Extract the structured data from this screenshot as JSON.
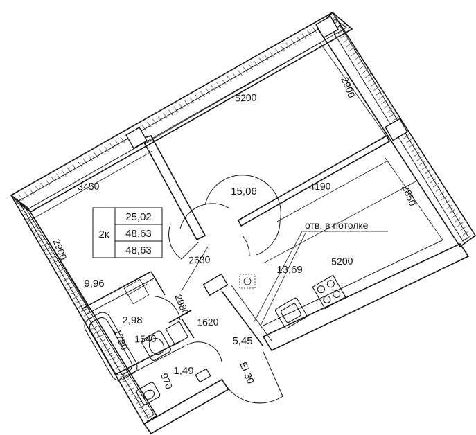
{
  "apartment": {
    "type_label": "2к",
    "area_living": "25,02",
    "area_total": "48,63",
    "area_total_2": "48,63"
  },
  "rooms": {
    "room_big": "15,06",
    "room_left": "9,96",
    "kitchen": "13,69",
    "hall": "5,45",
    "bath": "2,98",
    "wc": "1,49"
  },
  "dimensions": {
    "top_width": "5200",
    "top_height": "2900",
    "left_width": "3450",
    "left_height": "2900",
    "mid_width": "4190",
    "right_height": "2850",
    "kitchen_width": "5200",
    "corridor": "2630",
    "hall_width": "1620",
    "bath_width": "1540",
    "bath_len": "1780",
    "bath_door": "2980",
    "wc_width": "970"
  },
  "notes": {
    "ceiling_opening": "отв. в потолке",
    "fire_door": "EI 30"
  }
}
